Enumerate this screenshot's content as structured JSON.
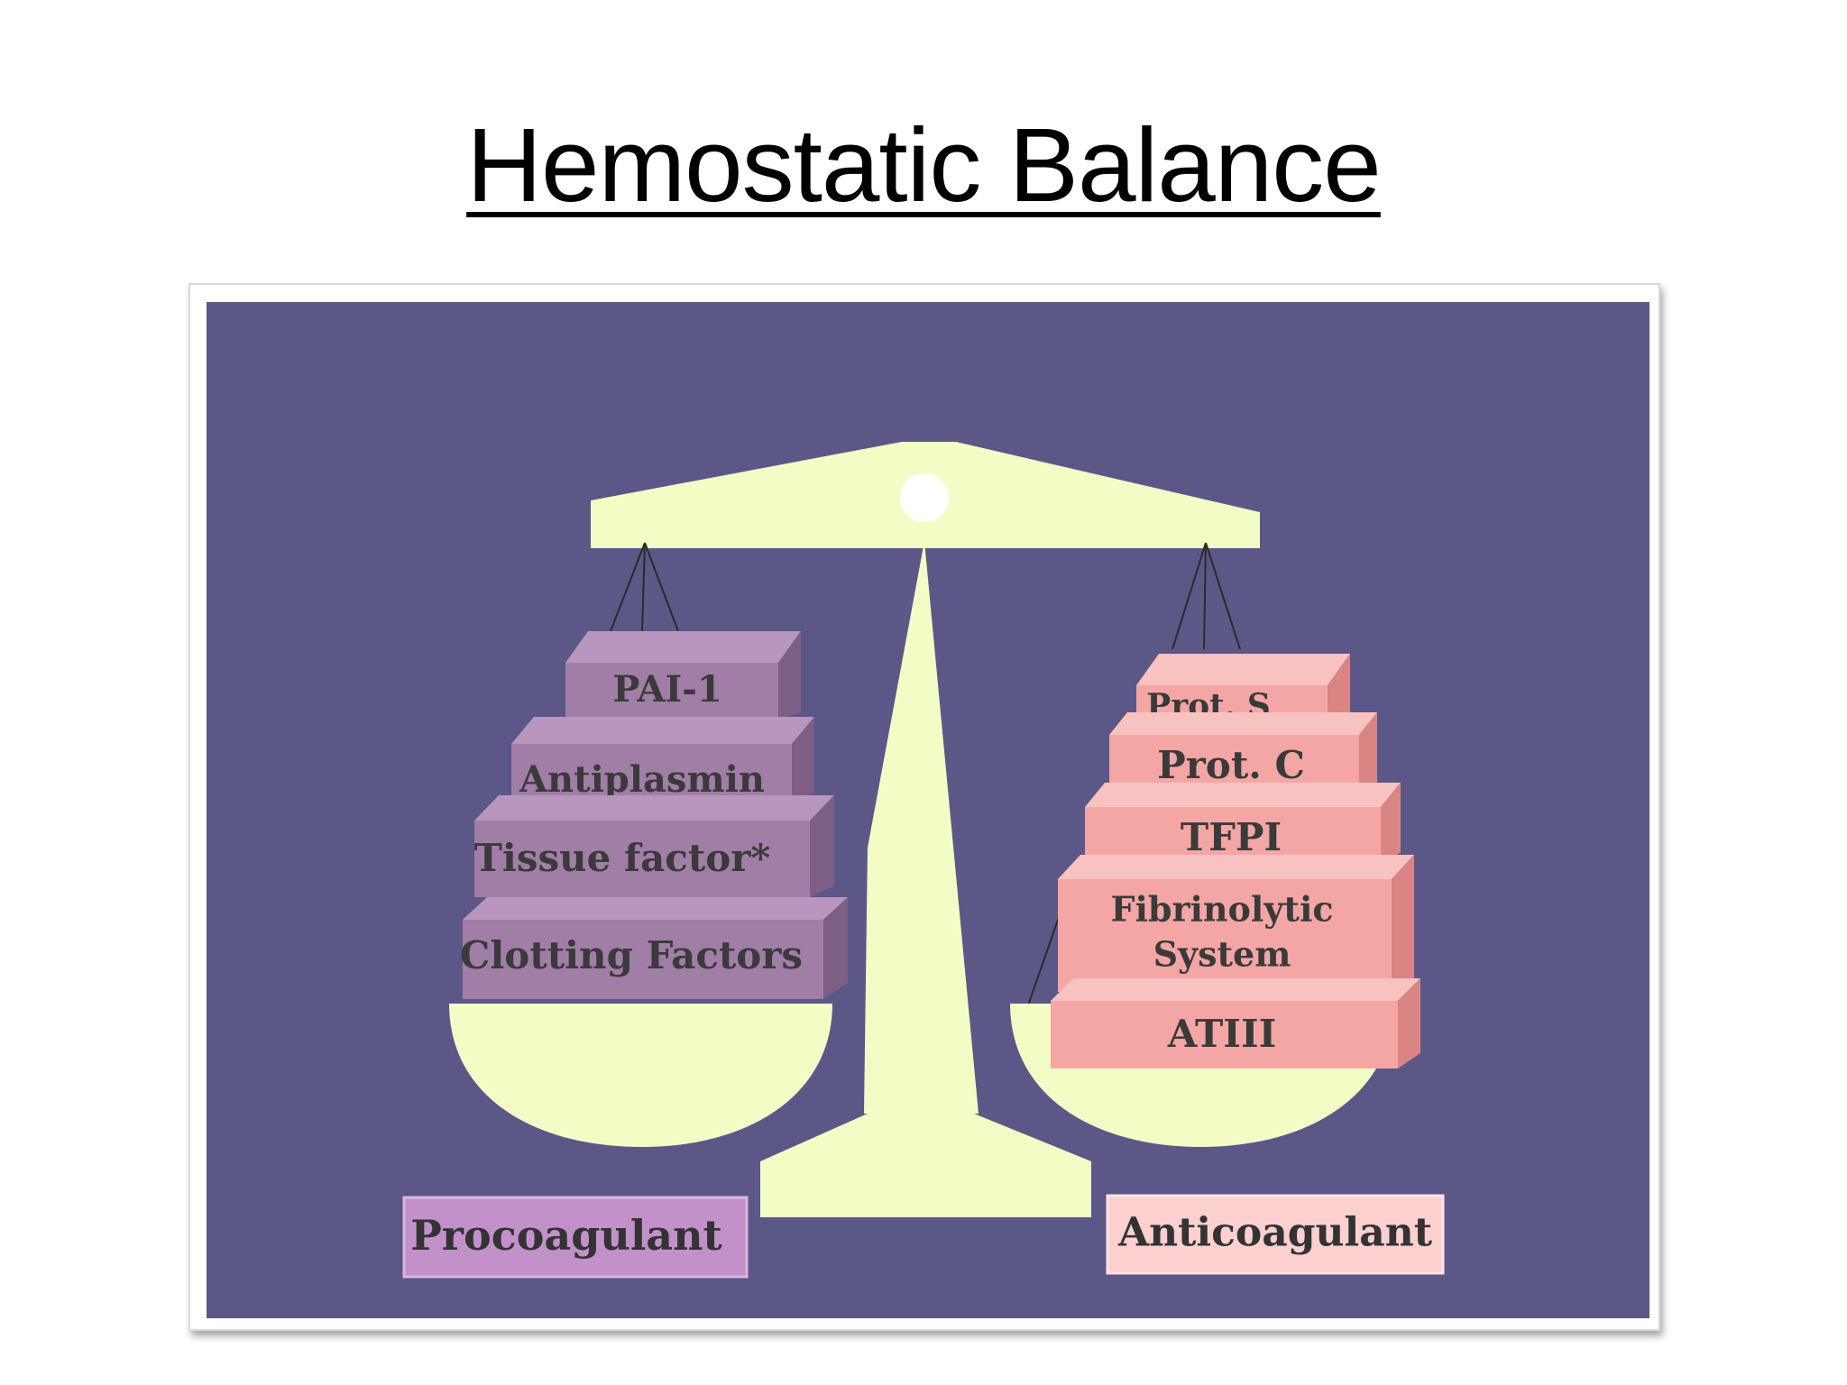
{
  "title": "Hemostatic Balance",
  "procoagulant": {
    "caption": "Procoagulant",
    "blocks": [
      "PAI-1",
      "Antiplasmin",
      "Tissue factor*",
      "Clotting Factors"
    ]
  },
  "anticoagulant": {
    "caption": "Anticoagulant",
    "blocks": [
      "Prot. S",
      "Prot. C",
      "TFPI",
      "Fibrinolytic",
      "System",
      "ATIII"
    ]
  },
  "colors": {
    "background": "#5b5887",
    "scale": "#f4fcc6",
    "procoagulant_block": "#a07ea6",
    "anticoagulant_block": "#f4a6a4",
    "procoagulant_caption": "#c391c9",
    "anticoagulant_caption": "#fdd0d0"
  }
}
